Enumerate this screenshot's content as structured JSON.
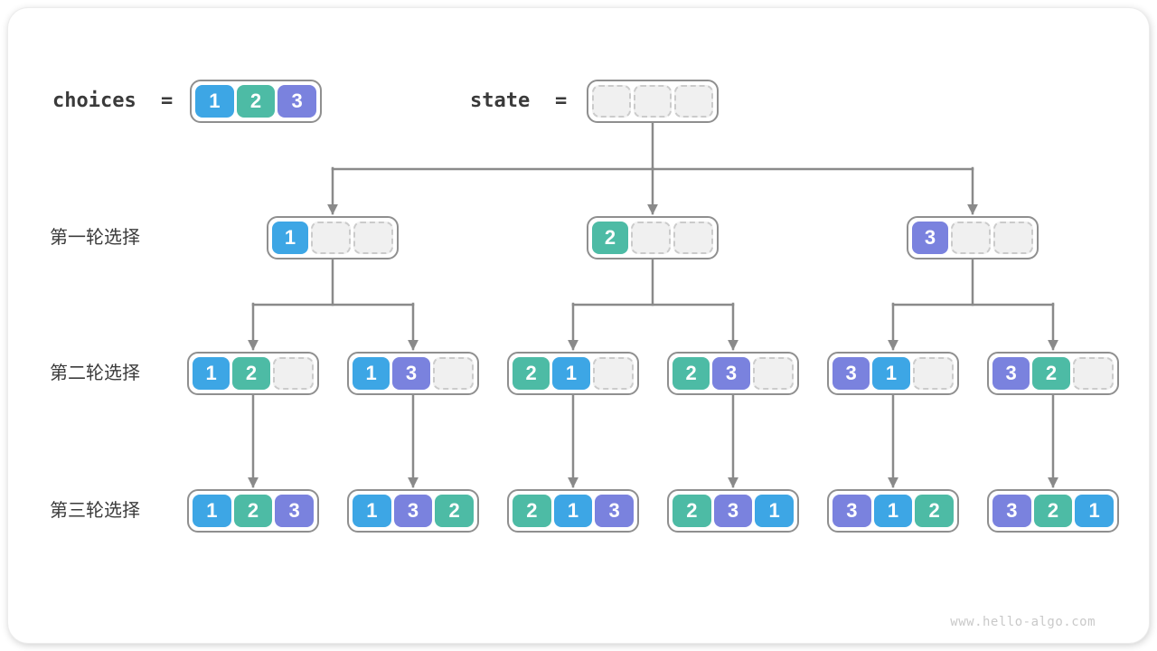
{
  "colors": {
    "1": "#3da6e5",
    "2": "#4dbba5",
    "3": "#7a82de"
  },
  "header": {
    "choices_label": "choices",
    "choices_equals": "=",
    "choices_cells": [
      "1",
      "2",
      "3"
    ],
    "state_label": "state",
    "state_equals": "=",
    "state_cells": [
      "",
      "",
      ""
    ]
  },
  "rows": [
    {
      "label": "第一轮选择",
      "boxes": [
        [
          "1",
          "",
          ""
        ],
        [
          "2",
          "",
          ""
        ],
        [
          "3",
          "",
          ""
        ]
      ]
    },
    {
      "label": "第二轮选择",
      "boxes": [
        [
          "1",
          "2",
          ""
        ],
        [
          "1",
          "3",
          ""
        ],
        [
          "2",
          "1",
          ""
        ],
        [
          "2",
          "3",
          ""
        ],
        [
          "3",
          "1",
          ""
        ],
        [
          "3",
          "2",
          ""
        ]
      ]
    },
    {
      "label": "第三轮选择",
      "boxes": [
        [
          "1",
          "2",
          "3"
        ],
        [
          "1",
          "3",
          "2"
        ],
        [
          "2",
          "1",
          "3"
        ],
        [
          "2",
          "3",
          "1"
        ],
        [
          "3",
          "1",
          "2"
        ],
        [
          "3",
          "2",
          "1"
        ]
      ]
    }
  ],
  "watermark": "www.hello-algo.com"
}
